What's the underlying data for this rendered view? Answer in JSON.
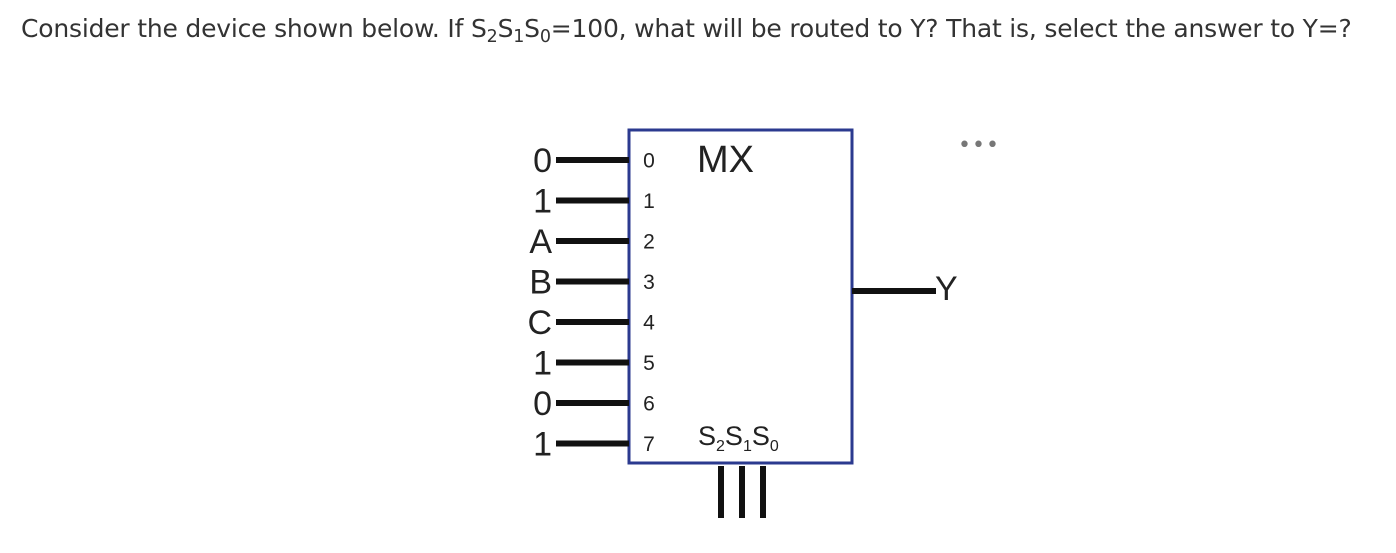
{
  "question": {
    "prefix": "Consider the device shown below. If S",
    "s2_sub": "2",
    "s1": "S",
    "s1_sub": "1",
    "s0": "S",
    "s0_sub": "0",
    "suffix": "=100, what will be routed to Y? That is, select the answer to Y=?"
  },
  "more_menu": {
    "glyph": "•••"
  },
  "diagram": {
    "box_color": "#2b3a8f",
    "mux_title": "MX",
    "inputs": [
      {
        "value": "0",
        "pin": "0"
      },
      {
        "value": "1",
        "pin": "1"
      },
      {
        "value": "A",
        "pin": "2"
      },
      {
        "value": "B",
        "pin": "3"
      },
      {
        "value": "C",
        "pin": "4"
      },
      {
        "value": "1",
        "pin": "5"
      },
      {
        "value": "0",
        "pin": "6"
      },
      {
        "value": "1",
        "pin": "7"
      }
    ],
    "select": {
      "s2": "S",
      "s2_sub": "2",
      "s1": "S",
      "s1_sub": "1",
      "s0": "S",
      "s0_sub": "0"
    },
    "output_label": "Y"
  }
}
